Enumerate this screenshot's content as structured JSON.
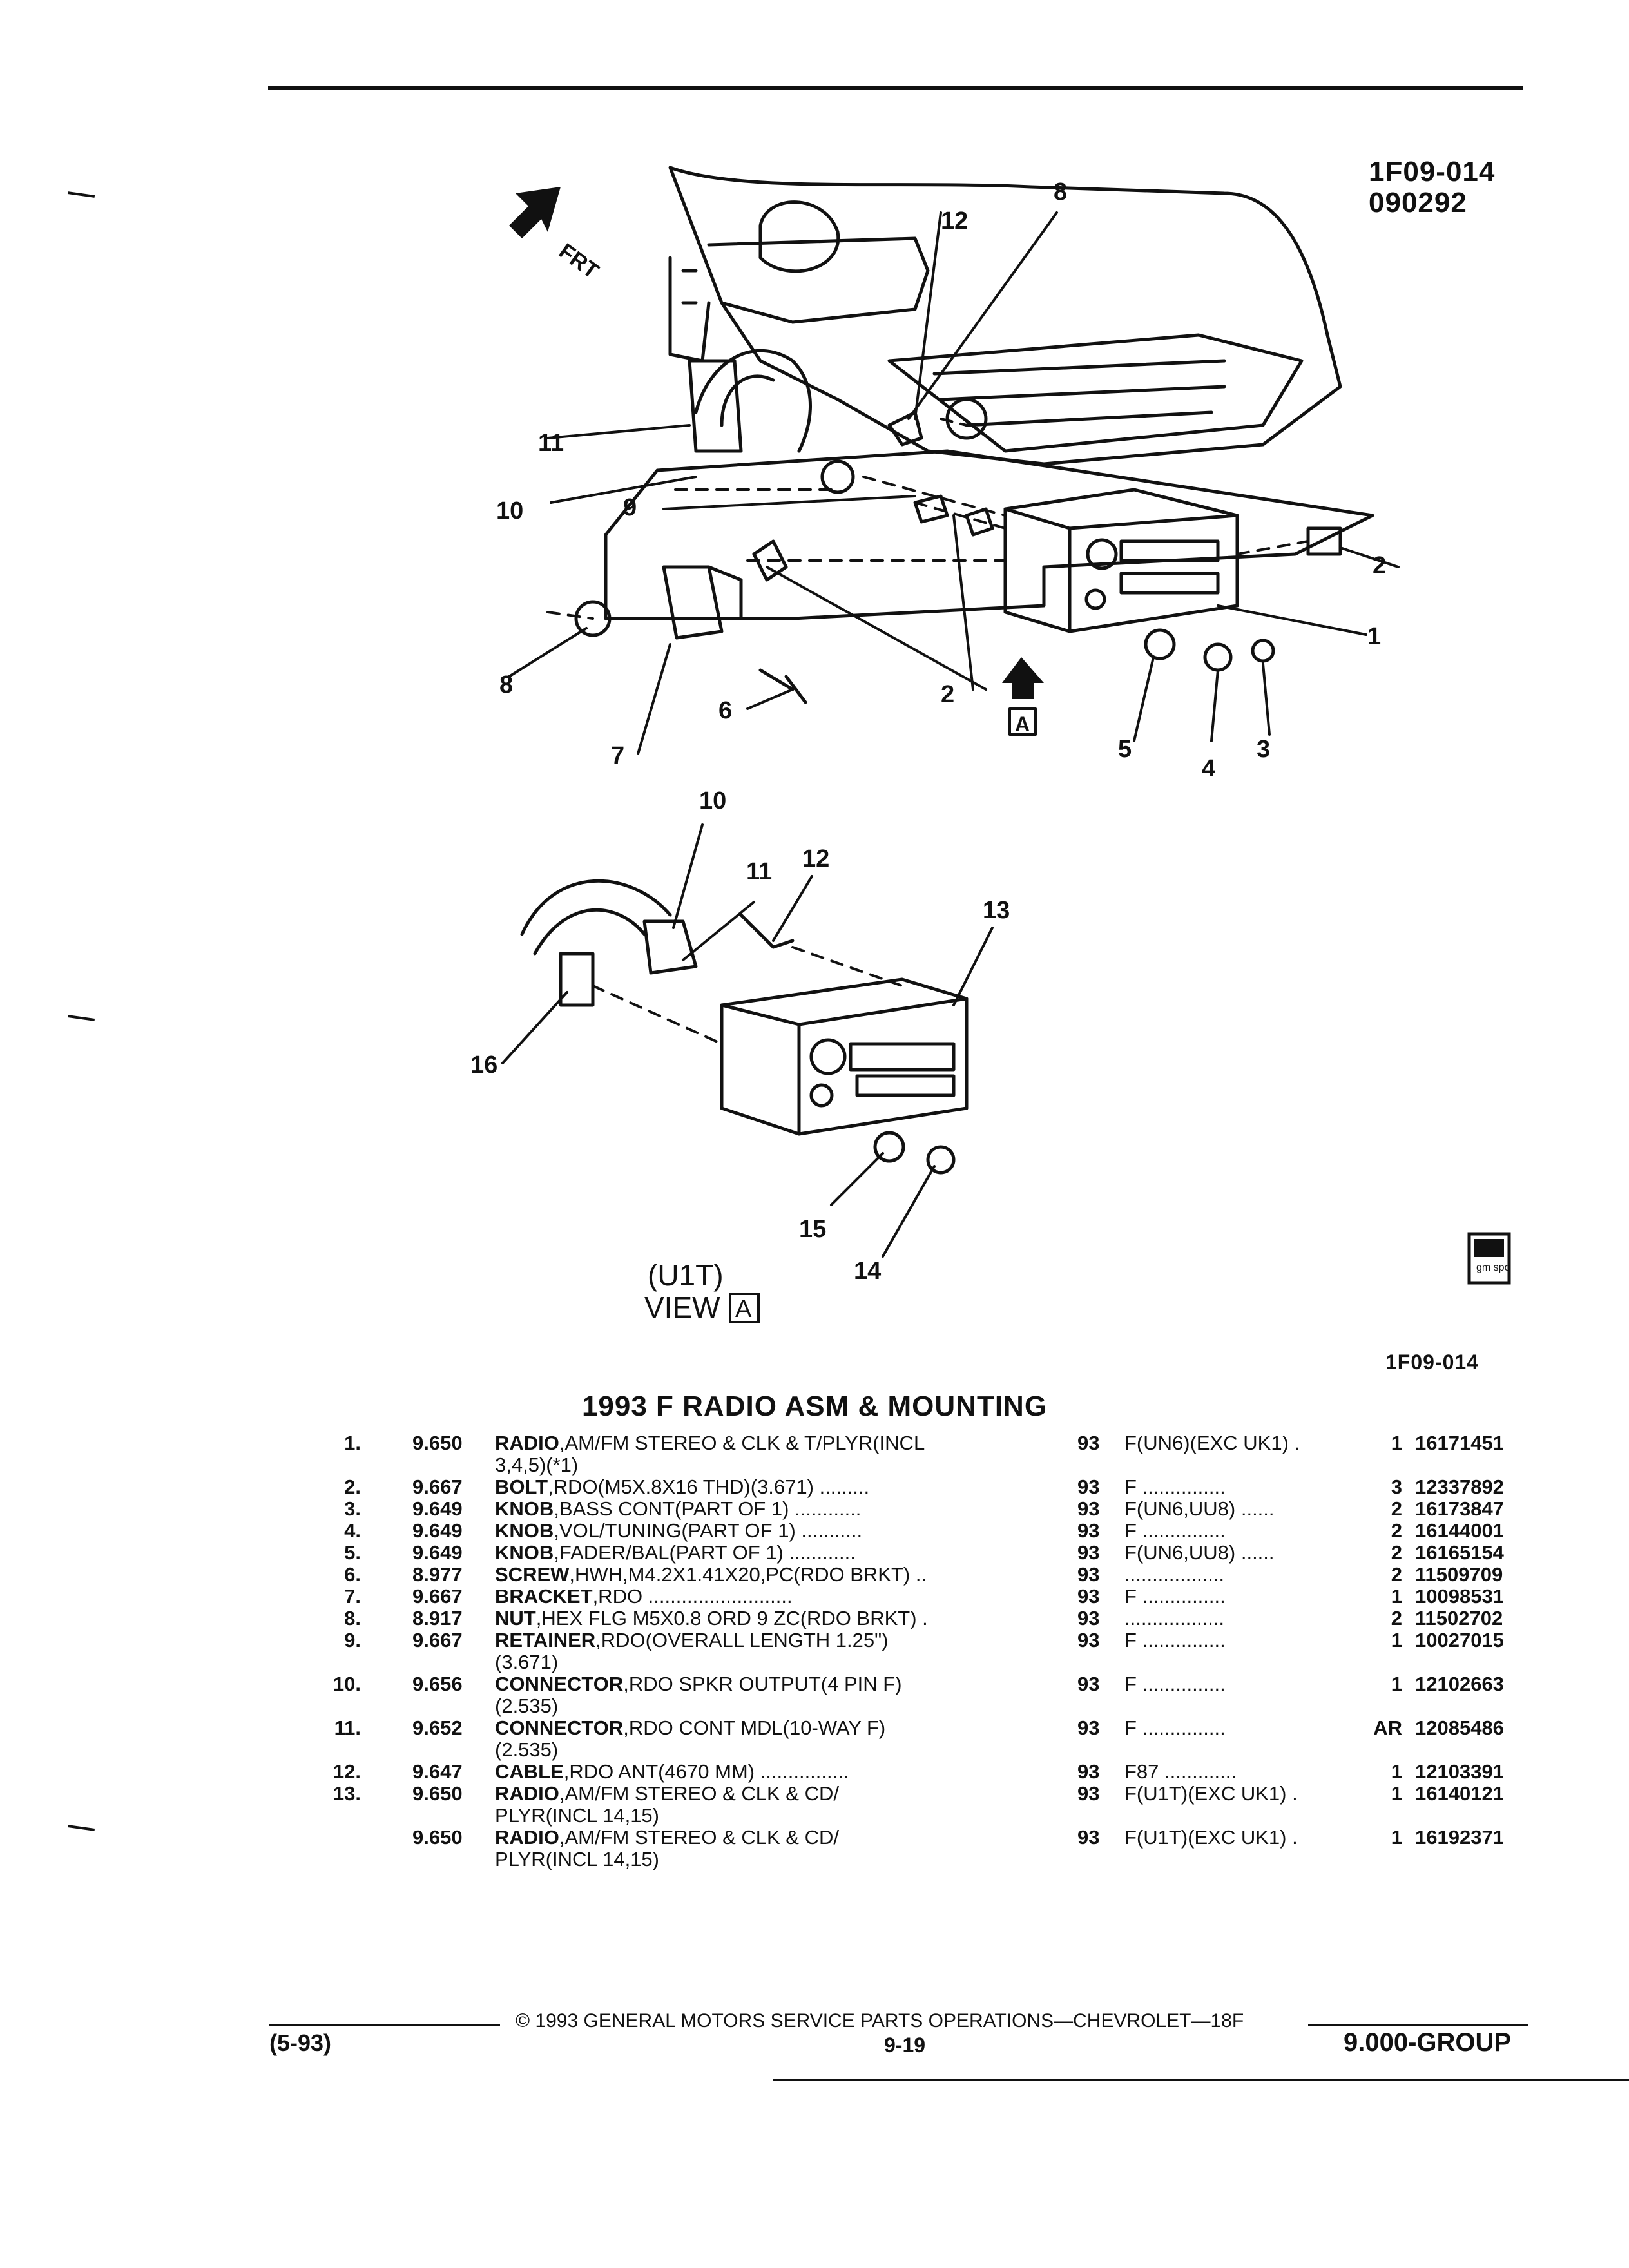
{
  "header": {
    "figure_code_top": "1F09-014",
    "figure_date": "090292",
    "figure_code_bottom": "1F09-014"
  },
  "diagram": {
    "front_label": "FRT",
    "view_marker": "A",
    "inset_caption_line1": "(U1T)",
    "inset_caption_line2": "VIEW",
    "inset_caption_box": "A",
    "callouts": [
      "1",
      "2",
      "2",
      "3",
      "4",
      "5",
      "6",
      "7",
      "8",
      "8",
      "9",
      "10",
      "11",
      "12",
      "10",
      "11",
      "12",
      "13",
      "14",
      "15",
      "16"
    ],
    "logo_text": "gm spo"
  },
  "section_title": "1993 F RADIO ASM & MOUNTING",
  "parts": [
    {
      "num": "1.",
      "group": "9.650",
      "name": "RADIO",
      "desc": ",AM/FM STEREO & CLK & T/PLYR(INCL",
      "desc2": "3,4,5)(*1)",
      "year": "93",
      "model": "F(UN6)(EXC UK1)  .",
      "qty": "1",
      "pn": "16171451"
    },
    {
      "num": "2.",
      "group": "9.667",
      "name": "BOLT",
      "desc": ",RDO(M5X.8X16 THD)(3.671)  .........",
      "desc2": "",
      "year": "93",
      "model": "F  ...............",
      "qty": "3",
      "pn": "12337892"
    },
    {
      "num": "3.",
      "group": "9.649",
      "name": "KNOB",
      "desc": ",BASS CONT(PART OF 1)  ............",
      "desc2": "",
      "year": "93",
      "model": "F(UN6,UU8)  ......",
      "qty": "2",
      "pn": "16173847"
    },
    {
      "num": "4.",
      "group": "9.649",
      "name": "KNOB",
      "desc": ",VOL/TUNING(PART OF 1)  ...........",
      "desc2": "",
      "year": "93",
      "model": "F  ...............",
      "qty": "2",
      "pn": "16144001"
    },
    {
      "num": "5.",
      "group": "9.649",
      "name": "KNOB",
      "desc": ",FADER/BAL(PART OF 1)  ............",
      "desc2": "",
      "year": "93",
      "model": "F(UN6,UU8)  ......",
      "qty": "2",
      "pn": "16165154"
    },
    {
      "num": "6.",
      "group": "8.977",
      "name": "SCREW",
      "desc": ",HWH,M4.2X1.41X20,PC(RDO BRKT)  ..",
      "desc2": "",
      "year": "93",
      "model": "..................",
      "qty": "2",
      "pn": "11509709"
    },
    {
      "num": "7.",
      "group": "9.667",
      "name": "BRACKET",
      "desc": ",RDO  ..........................",
      "desc2": "",
      "year": "93",
      "model": "F  ...............",
      "qty": "1",
      "pn": "10098531"
    },
    {
      "num": "8.",
      "group": "8.917",
      "name": "NUT",
      "desc": ",HEX FLG M5X0.8 ORD 9 ZC(RDO BRKT)  .",
      "desc2": "",
      "year": "93",
      "model": "..................",
      "qty": "2",
      "pn": "11502702"
    },
    {
      "num": "9.",
      "group": "9.667",
      "name": "RETAINER",
      "desc": ",RDO(OVERALL LENGTH 1.25\")",
      "desc2": "(3.671)",
      "year": "93",
      "model": "F  ...............",
      "qty": "1",
      "pn": "10027015"
    },
    {
      "num": "10.",
      "group": "9.656",
      "name": "CONNECTOR",
      "desc": ",RDO SPKR OUTPUT(4 PIN F)",
      "desc2": "(2.535)",
      "year": "93",
      "model": "F  ...............",
      "qty": "1",
      "pn": "12102663"
    },
    {
      "num": "11.",
      "group": "9.652",
      "name": "CONNECTOR",
      "desc": ",RDO CONT MDL(10-WAY F)",
      "desc2": "(2.535)",
      "year": "93",
      "model": "F  ...............",
      "qty": "AR",
      "pn": "12085486"
    },
    {
      "num": "12.",
      "group": "9.647",
      "name": "CABLE",
      "desc": ",RDO ANT(4670 MM)  ................",
      "desc2": "",
      "year": "93",
      "model": "F87  .............",
      "qty": "1",
      "pn": "12103391"
    },
    {
      "num": "13.",
      "group": "9.650",
      "name": "RADIO",
      "desc": ",AM/FM STEREO & CLK & CD/",
      "desc2": "PLYR(INCL 14,15)",
      "year": "93",
      "model": "F(U1T)(EXC UK1)  .",
      "qty": "1",
      "pn": "16140121"
    },
    {
      "num": "",
      "group": "9.650",
      "name": "RADIO",
      "desc": ",AM/FM STEREO & CLK & CD/",
      "desc2": "PLYR(INCL 14,15)",
      "year": "93",
      "model": "F(U1T)(EXC UK1)  .",
      "qty": "1",
      "pn": "16192371"
    }
  ],
  "footer": {
    "copyright": "© 1993 GENERAL MOTORS SERVICE PARTS OPERATIONS—CHEVROLET—18F",
    "revision": "(5-93)",
    "page": "9-19",
    "group": "9.000-GROUP"
  }
}
